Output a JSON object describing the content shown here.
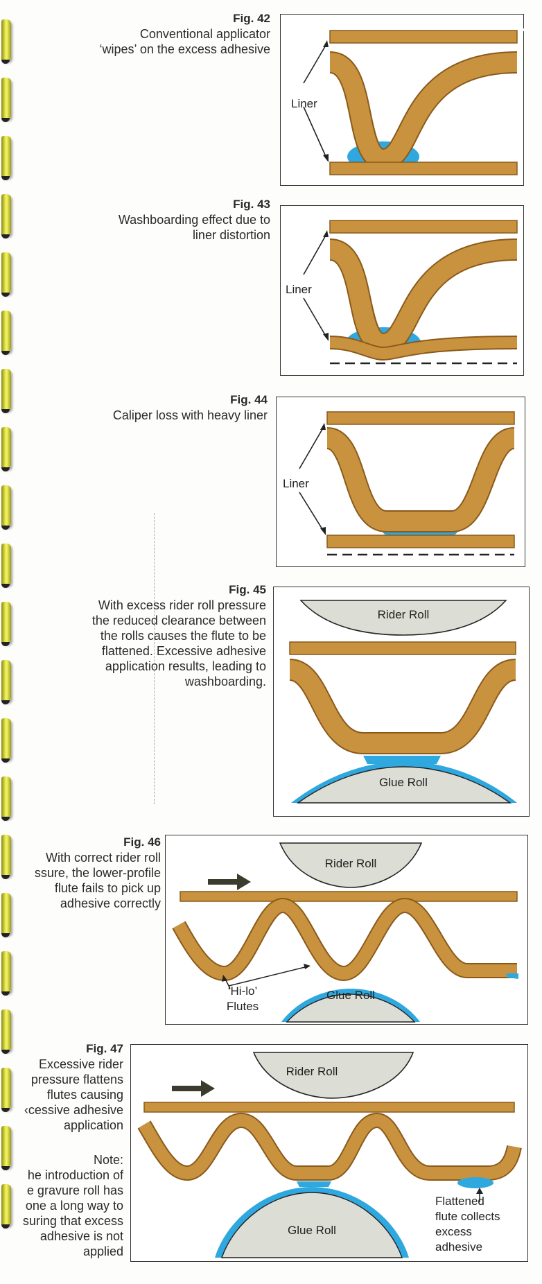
{
  "figures": [
    {
      "id": "fig42",
      "number": "Fig. 42",
      "caption": [
        "Conventional applicator",
        "‘wipes’ on the excess adhesive"
      ],
      "labels": {
        "liner": "Liner"
      }
    },
    {
      "id": "fig43",
      "number": "Fig. 43",
      "caption": [
        "Washboarding effect due to",
        "liner distortion"
      ],
      "labels": {
        "liner": "Liner"
      }
    },
    {
      "id": "fig44",
      "number": "Fig. 44",
      "caption": [
        "Caliper loss with heavy liner"
      ],
      "labels": {
        "liner": "Liner"
      }
    },
    {
      "id": "fig45",
      "number": "Fig. 45",
      "caption": [
        "With excess rider roll pressure",
        "the reduced clearance between",
        "the rolls causes the flute to be",
        "flattened.  Excessive adhesive",
        "application results, leading to",
        "washboarding."
      ],
      "labels": {
        "rider_roll": "Rider Roll",
        "glue_roll": "Glue Roll"
      }
    },
    {
      "id": "fig46",
      "number": "Fig. 46",
      "caption": [
        "With correct rider roll",
        "ssure, the lower-profile",
        "flute fails to pick up",
        "adhesive correctly"
      ],
      "labels": {
        "rider_roll": "Rider Roll",
        "glue_roll": "Glue Roll",
        "hilo_1": "‘Hi-lo’",
        "hilo_2": "Flutes"
      }
    },
    {
      "id": "fig47",
      "number": "Fig. 47",
      "caption": [
        "Excessive rider",
        "pressure flattens",
        "flutes causing",
        "‹cessive adhesive",
        "application"
      ],
      "note": [
        "Note:",
        "he introduction of",
        "e gravure roll has",
        "one a long way to",
        "suring that excess",
        "adhesive is not",
        "applied"
      ],
      "labels": {
        "rider_roll": "Rider Roll",
        "glue_roll": "Glue Roll",
        "flat_1": "Flattened",
        "flat_2": "flute collects",
        "flat_3": "excess",
        "flat_4": "adhesive"
      }
    }
  ],
  "colors": {
    "liner": "#c8923e",
    "liner_edge": "#8a5a1c",
    "adhesive": "#2fa8df",
    "roll_fill": "#dcddd4",
    "arrow": "#3b3b2e"
  },
  "icons": [
    "binder-ring-icon",
    "arrow-icon"
  ]
}
